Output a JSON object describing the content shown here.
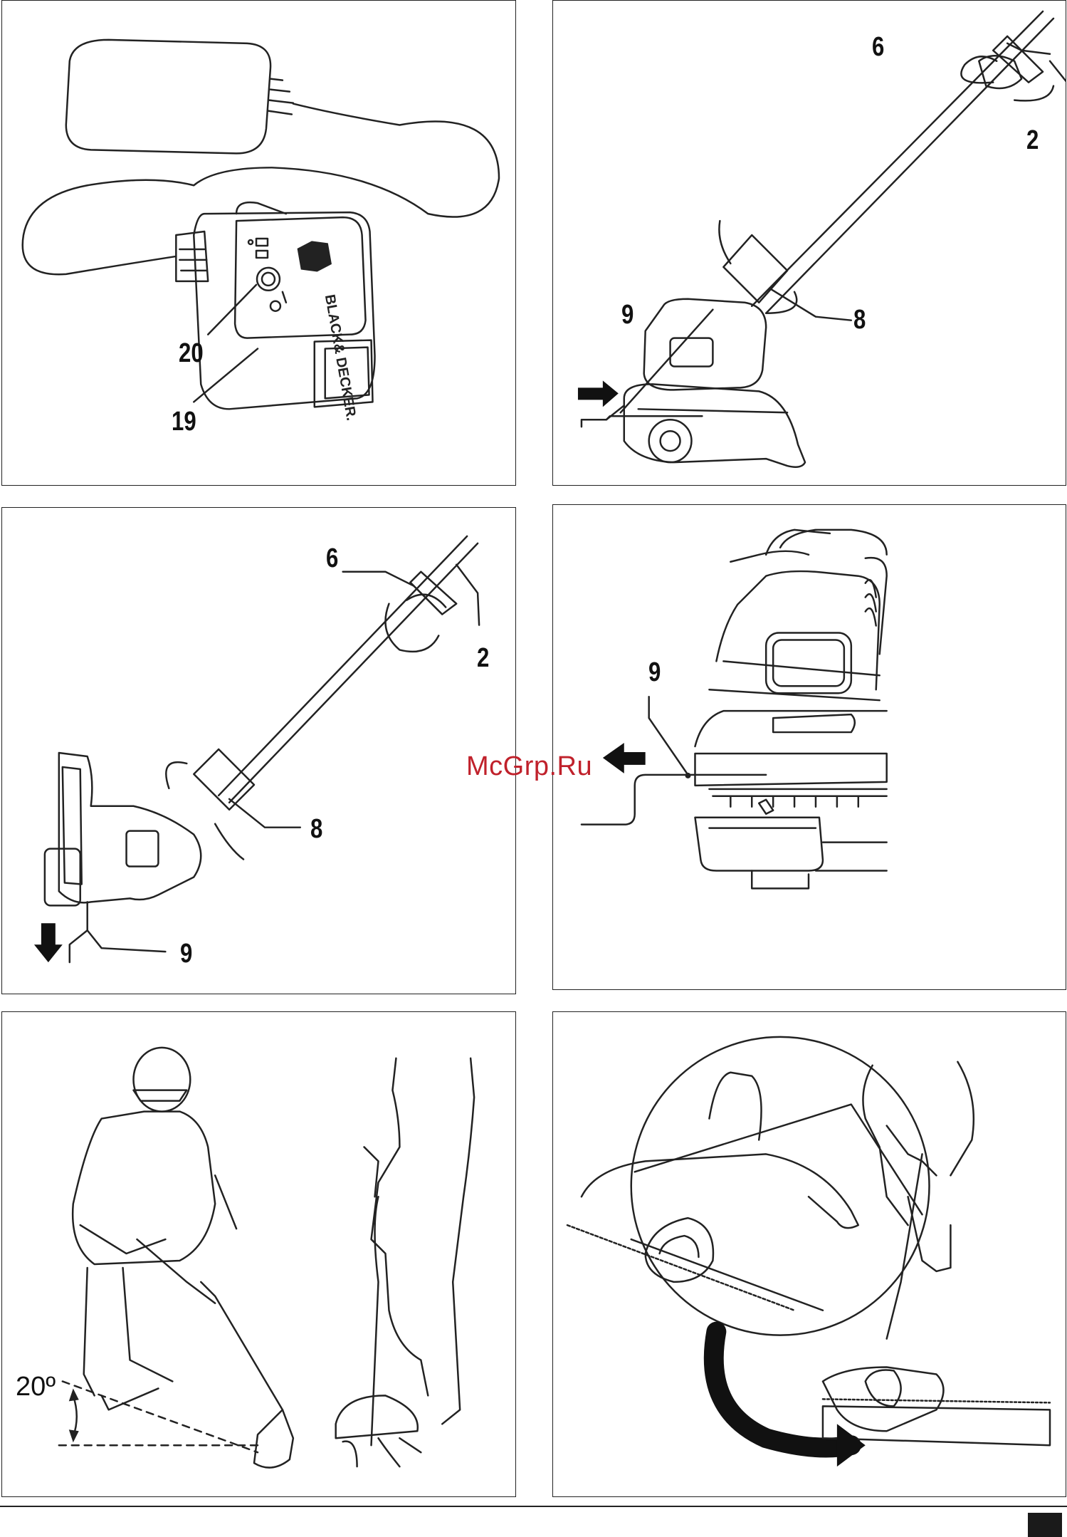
{
  "panels": {
    "charger": {
      "callouts": {
        "button": "20",
        "charger_body": "19"
      },
      "brand": "BLACK & DECKER."
    },
    "handle_adjust_front": {
      "callouts": {
        "collar": "6",
        "shaft": "2",
        "handle": "8",
        "guard": "9"
      }
    },
    "handle_adjust_side": {
      "callouts": {
        "collar": "6",
        "shaft": "2",
        "handle": "8",
        "guard": "9"
      }
    },
    "edge_guide": {
      "callouts": {
        "guard": "9"
      }
    },
    "trimming_position": {
      "angle_label": "20º"
    },
    "edging_position": {}
  },
  "watermark": "McGrp.Ru",
  "colors": {
    "line": "#222222",
    "watermark": "#c0212b",
    "page_box": "#1a1a1a"
  }
}
